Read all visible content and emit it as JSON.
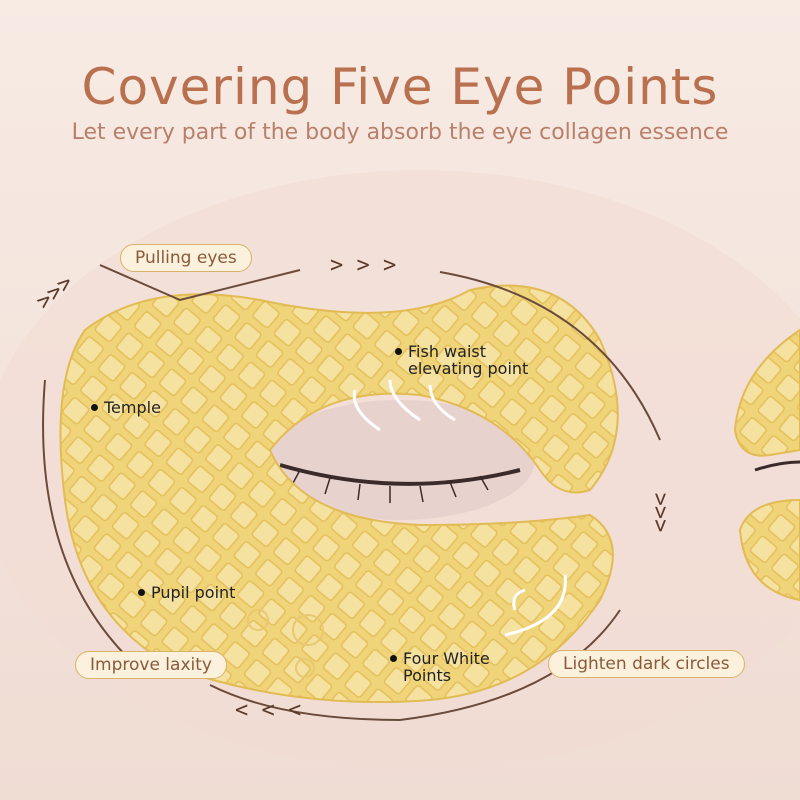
{
  "title": "Covering Five Eye Points",
  "subtitle": "Let every part of the body absorb the eye collagen essence",
  "labels": {
    "pulling_eyes": "Pulling eyes",
    "improve_laxity": "Improve laxity",
    "lighten_dark_circles": "Lighten dark circles"
  },
  "points": {
    "fish_waist": "Fish waist elevating point",
    "temple": "Temple",
    "pupil": "Pupil point",
    "four_white": "Four White Points"
  },
  "colors": {
    "title": "#b8704f",
    "patch": "#f0d47a",
    "background": "#f5e6df"
  }
}
